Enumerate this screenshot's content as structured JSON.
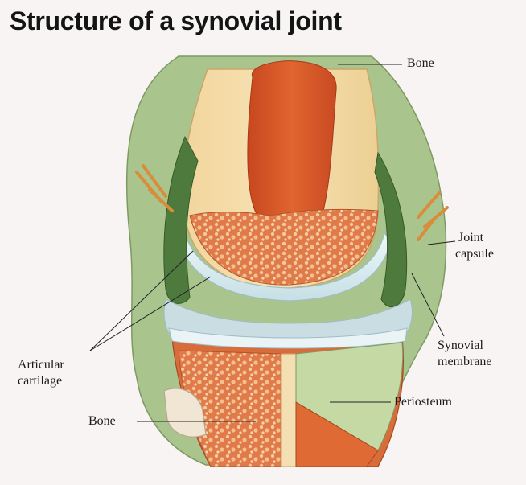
{
  "title": "Structure of a synovial joint",
  "labels": {
    "bone_top": "Bone",
    "joint_capsule_1": "Joint",
    "joint_capsule_2": "capsule",
    "synovial_membrane_1": "Synovial",
    "synovial_membrane_2": "membrane",
    "articular_cartilage_1": "Articular",
    "articular_cartilage_2": "cartilage",
    "periosteum": "Periosteum",
    "bone_bottom": "Bone"
  },
  "colors": {
    "background": "#f7f4f3",
    "bone_marrow": "#d3552a",
    "spongy_bone": "#e07a48",
    "compact_bone": "#f1d49a",
    "cartilage": "#dfeff2",
    "synovial_fluid": "#c9dde3",
    "synovial_membrane": "#4f7a3e",
    "capsule": "#a9c58d",
    "blood_vessel": "#d98c3a"
  }
}
